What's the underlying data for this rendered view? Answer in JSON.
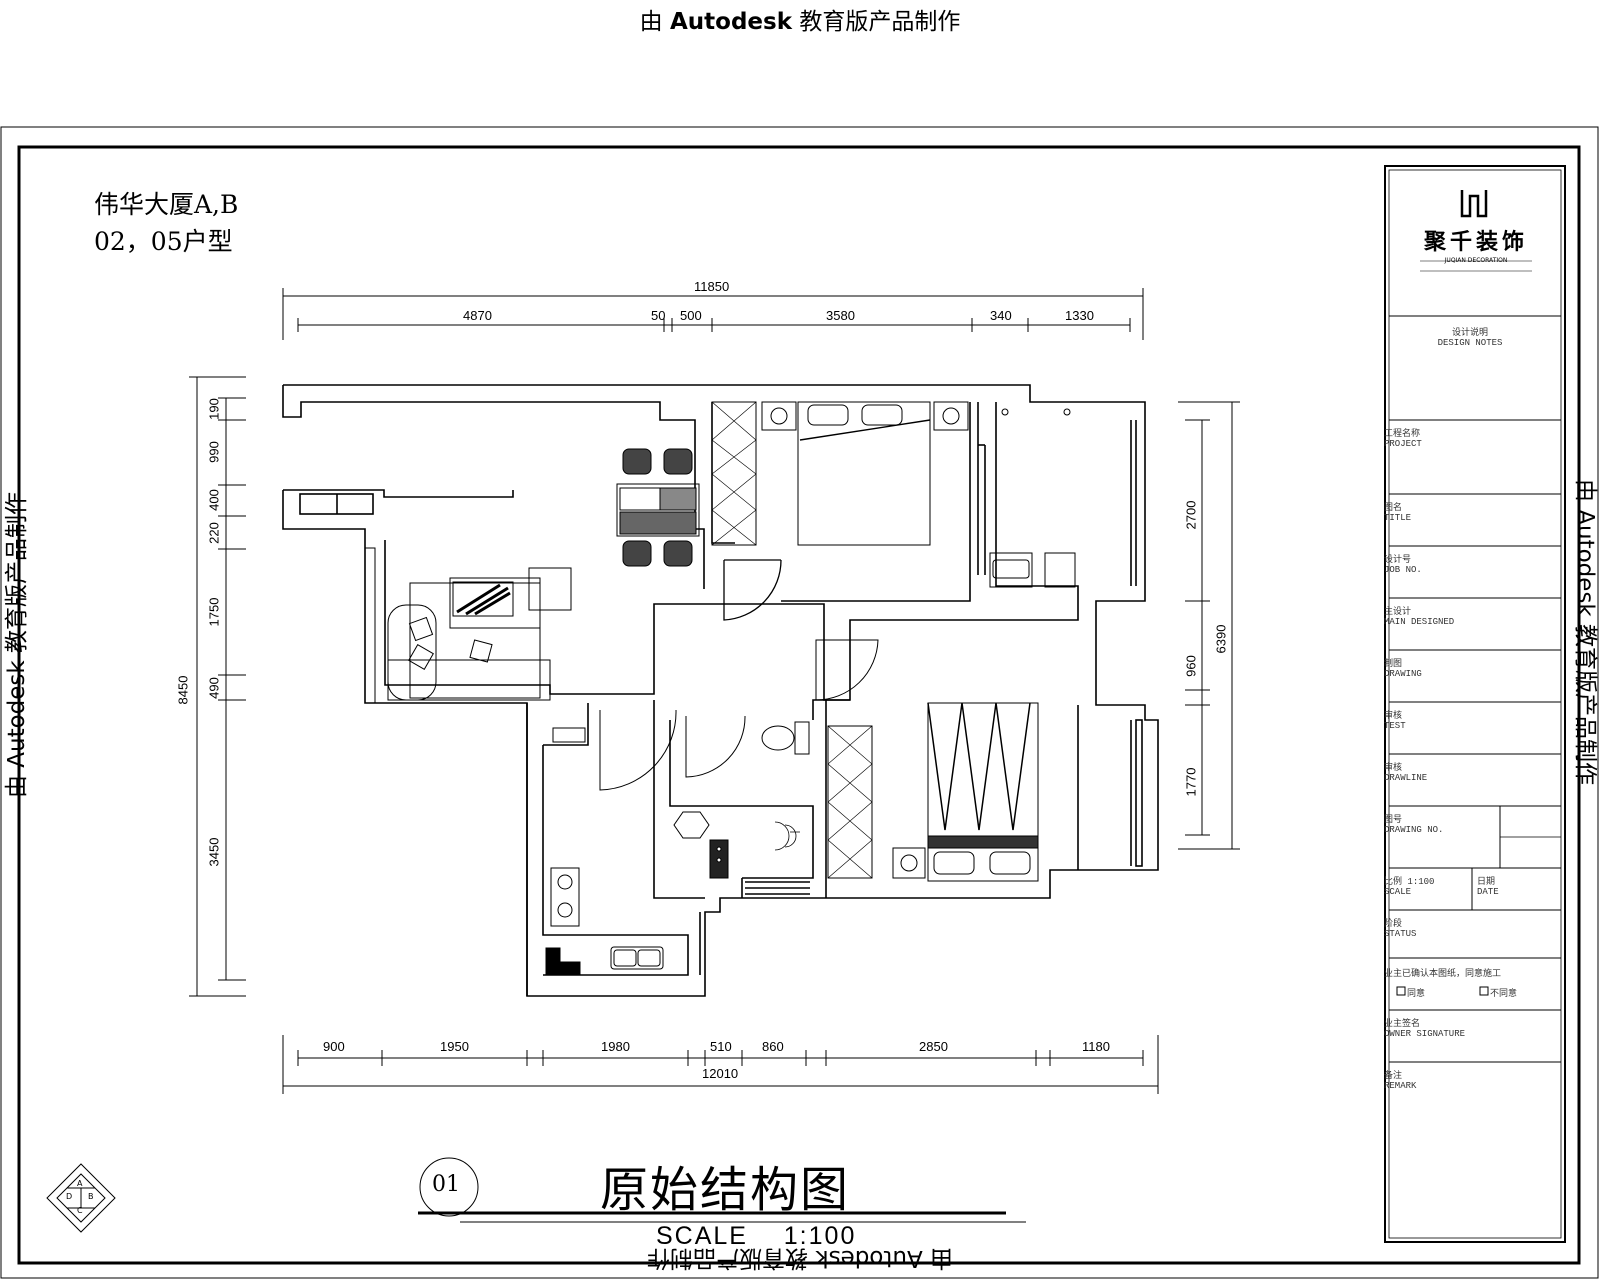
{
  "watermark": {
    "text": "由 Autodesk 教育版产品制作",
    "prefix": "由 ",
    "brand": "Autodesk",
    "suffix": " 教育版产品制作"
  },
  "project": {
    "line1": "伟华大厦A,B",
    "line2": "02，05户型"
  },
  "dimensions": {
    "top_total": "11850",
    "top_segments": [
      "4870",
      "50",
      "500",
      "3580",
      "340",
      "1330"
    ],
    "bottom_total": "12010",
    "bottom_segments": [
      "900",
      "1950",
      "1980",
      "510",
      "860",
      "2850",
      "1180"
    ],
    "left_total": "8450",
    "left_segments": [
      "190",
      "990",
      "400",
      "220",
      "1750",
      "490",
      "3450"
    ],
    "right_total": "6390",
    "right_segments": [
      "2700",
      "960",
      "1770"
    ]
  },
  "drawing": {
    "number": "01",
    "title": "原始结构图",
    "scale_label": "SCALE",
    "scale_value": "1:100"
  },
  "compass": {
    "letters": [
      "A",
      "B",
      "C",
      "D"
    ]
  },
  "titleblock": {
    "logo_text": "聚千装饰",
    "logo_sub": "JUQIAN DECORATION",
    "design_note_1": "设计说明",
    "design_note_2": "DESIGN NOTES",
    "project_cn": "工程名称",
    "project_en": "PROJECT",
    "title_cn": "图名",
    "title_en": "TITLE",
    "job_cn": "设计号",
    "job_en": "JOB NO.",
    "designer_cn": "主设计",
    "designer_en": "MAIN DESIGNED",
    "drawn_cn": "制图",
    "drawn_en": "DRAWING",
    "check_cn": "审核",
    "check_en": "TEST",
    "review_cn": "审核",
    "review_en": "DRAWLINE",
    "drawing_no_cn": "图号",
    "drawing_no_en": "DRAWING NO.",
    "scale_cn": "比例",
    "scale_val": "1:100",
    "scale_en": "SCALE",
    "date_cn": "日期",
    "date_en": "DATE",
    "status_cn": "阶段",
    "status_en": "STATUS",
    "approval": "业主已确认本图纸，同意施工",
    "agree": "同意",
    "disagree": "不同意",
    "owner_cn": "业主签名",
    "owner_en": "OWNER SIGNATURE",
    "remark_cn": "备注",
    "remark_en": "REMARK"
  }
}
